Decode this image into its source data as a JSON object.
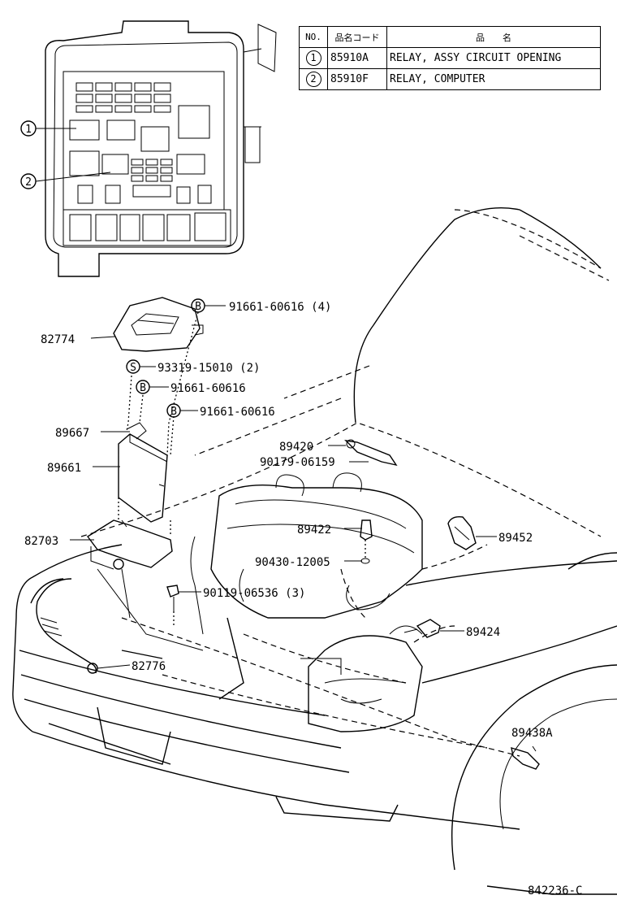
{
  "legend": {
    "headers": {
      "no": "NO.",
      "code": "品名コード",
      "name": "品　　名"
    },
    "rows": [
      {
        "no": "1",
        "code": "85910A",
        "name": "RELAY, ASSY CIRCUIT OPENING"
      },
      {
        "no": "2",
        "code": "85910F",
        "name": "RELAY, COMPUTER"
      }
    ]
  },
  "callouts": {
    "c1": "1",
    "c2": "2"
  },
  "parts": {
    "p82774": "82774",
    "p91661a": "91661-60616 (4)",
    "p93319": "93319-15010 (2)",
    "p91661b": "91661-60616",
    "p91661c": "91661-60616",
    "p89667": "89667",
    "p89661": "89661",
    "p82703": "82703",
    "p89420": "89420",
    "p90179": "90179-06159",
    "p89422": "89422",
    "p89452": "89452",
    "p90430": "90430-12005",
    "p90119": "90119-06536 (3)",
    "p89424": "89424",
    "p82776": "82776",
    "p89438a": "89438A"
  },
  "fastener_symbols": {
    "bolt": "B",
    "screw": "S"
  },
  "diagram_id": "842236-C"
}
